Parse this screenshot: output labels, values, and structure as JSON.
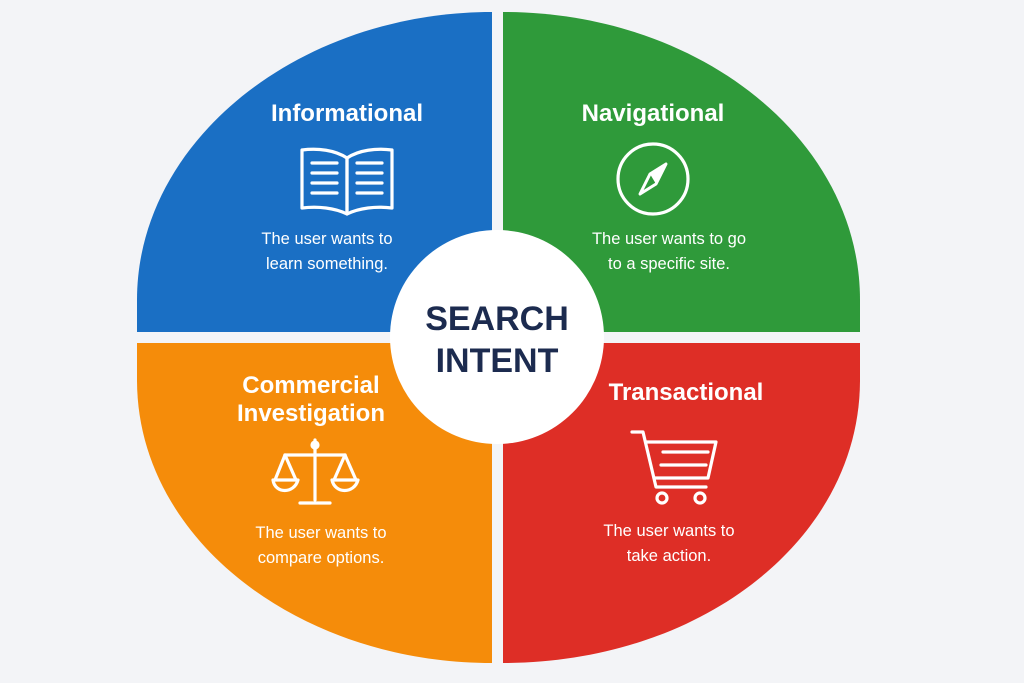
{
  "center": {
    "line1": "SEARCH",
    "line2": "INTENT"
  },
  "quadrants": {
    "informational": {
      "title": "Informational",
      "desc_line1": "The user wants to",
      "desc_line2": "learn something.",
      "color": "#1a6fc4",
      "icon": "open-book-icon"
    },
    "navigational": {
      "title": "Navigational",
      "desc_line1": "The user wants to go",
      "desc_line2": "to a specific site.",
      "color": "#2f9a3a",
      "icon": "compass-icon"
    },
    "commercial": {
      "title_line1": "Commercial",
      "title_line2": "Investigation",
      "desc_line1": "The user wants to",
      "desc_line2": "compare options.",
      "color": "#f58c0a",
      "icon": "scale-icon"
    },
    "transactional": {
      "title": "Transactional",
      "desc_line1": "The user wants to",
      "desc_line2": "take action.",
      "color": "#de2e26",
      "icon": "shopping-cart-icon"
    }
  },
  "colors": {
    "background": "#f3f4f7",
    "center_text": "#1c2b4f"
  }
}
